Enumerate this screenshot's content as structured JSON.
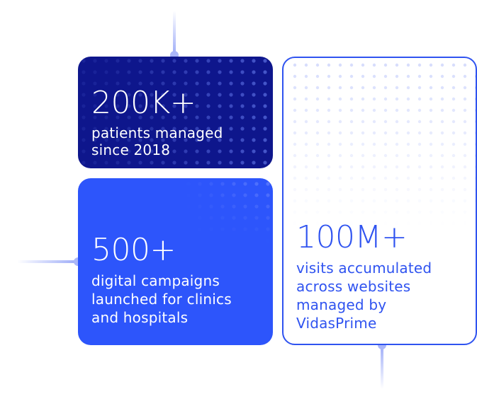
{
  "colors": {
    "navy": "#0e168c",
    "royal_blue": "#2d55fb",
    "outline_blue": "#2f53f0",
    "connector": "#b7c1fb"
  },
  "stats": {
    "patients": {
      "value": "200K+",
      "lines": [
        "patients managed",
        "since 2018"
      ]
    },
    "campaigns": {
      "value": "500+",
      "lines": [
        "digital campaigns",
        "launched for clinics",
        "and hospitals"
      ]
    },
    "visits": {
      "value": "100M+",
      "lines": [
        "visits accumulated",
        "across websites",
        "managed by",
        "VidasPrime"
      ]
    }
  }
}
